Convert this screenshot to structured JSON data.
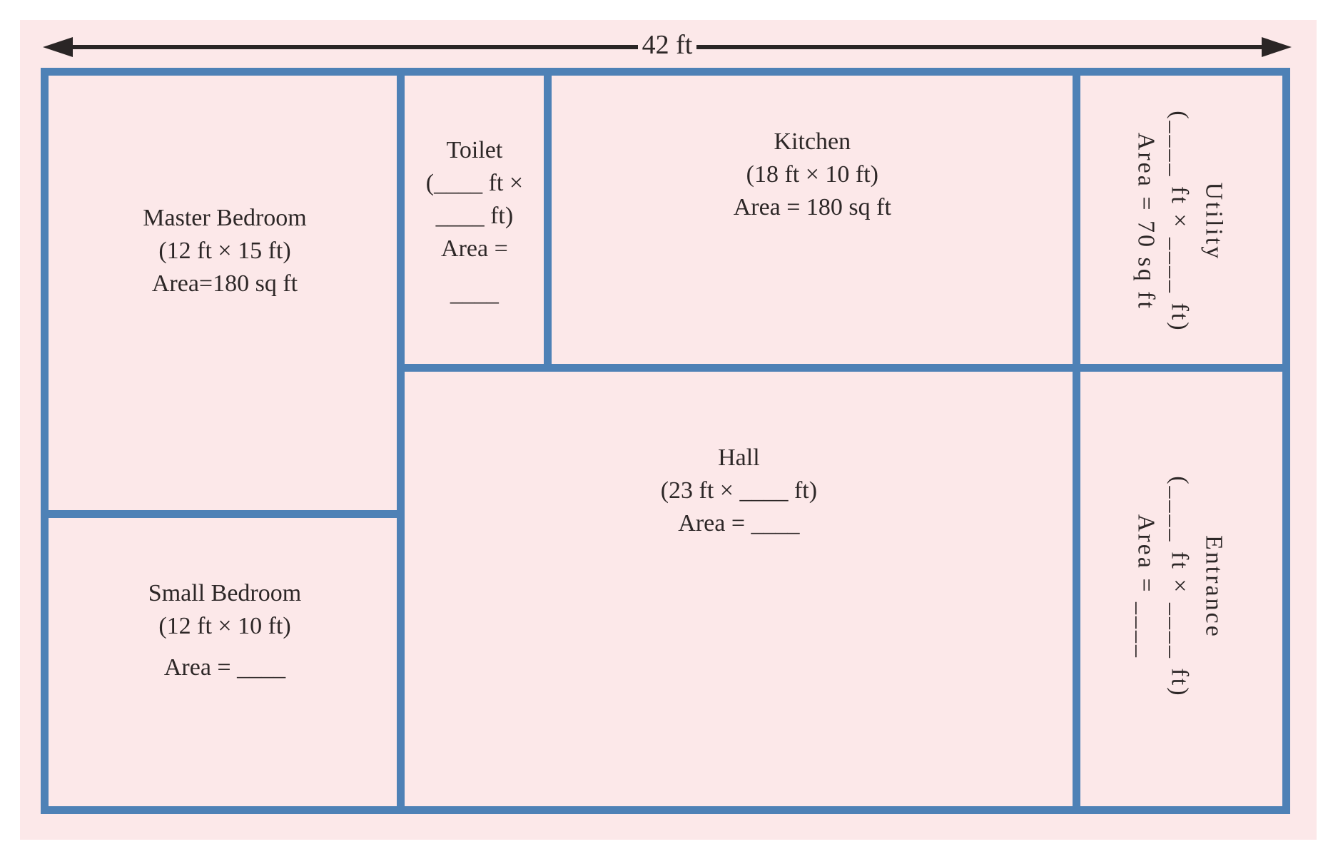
{
  "colors": {
    "page_bg": "#ffffff",
    "floor_bg": "#fce8e9",
    "wall": "#4e81b6",
    "text": "#2d2727",
    "arrow": "#2a2525"
  },
  "dimension_arrow": {
    "label": "42 ft"
  },
  "rooms": {
    "master_bedroom": {
      "name": "Master Bedroom",
      "dims": "(12 ft × 15 ft)",
      "area": "Area=180 sq ft"
    },
    "toilet": {
      "name": "Toilet",
      "dims_line1": "(____ ft ×",
      "dims_line2": "____ ft)",
      "area_label": "Area =",
      "area_blank": "____"
    },
    "kitchen": {
      "name": "Kitchen",
      "dims": "(18 ft × 10 ft)",
      "area": "Area = 180 sq ft"
    },
    "utility": {
      "name": "Utility",
      "dims": "(____ ft × ____ ft)",
      "area": "Area = 70 sq ft"
    },
    "small_bedroom": {
      "name": "Small Bedroom",
      "dims": "(12 ft × 10 ft)",
      "area": "Area = ____"
    },
    "hall": {
      "name": "Hall",
      "dims": "(23 ft × ____ ft)",
      "area": "Area = ____"
    },
    "entrance": {
      "name": "Entrance",
      "dims": "(____ ft × ____ ft)",
      "area": "Area = ____"
    }
  }
}
